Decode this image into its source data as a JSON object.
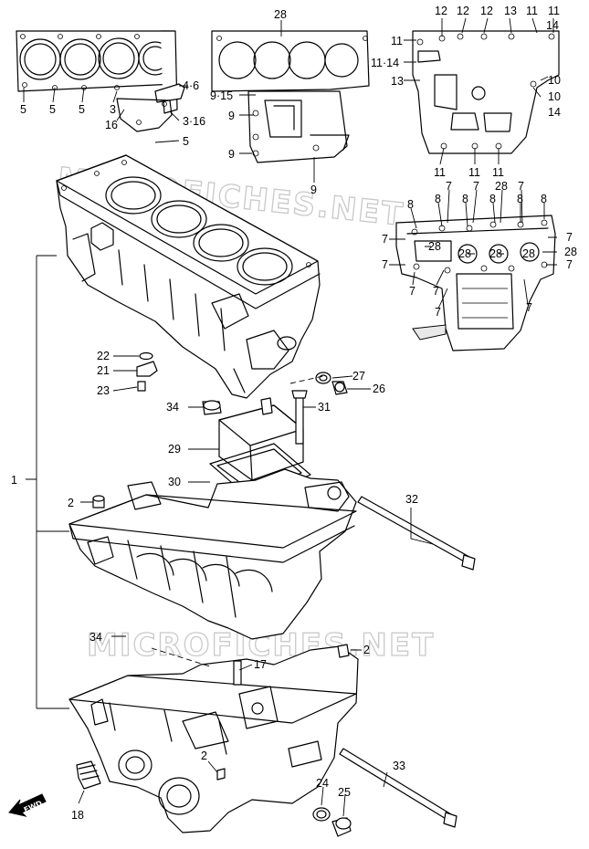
{
  "watermark": "MICROFICHES.NET",
  "fwd_label": "FWD",
  "callouts": {
    "c28_top": "28",
    "c12a": "12",
    "c12b": "12",
    "c12c": "12",
    "c13": "13",
    "c11a": "11",
    "c11b": "11",
    "c14a": "14",
    "c11c": "11",
    "c1114": "11·14",
    "c13b": "13",
    "c10a": "10",
    "c10b": "10",
    "c14b": "14",
    "c11d": "11",
    "c11e": "11",
    "c11f": "11",
    "c5a": "5",
    "c5b": "5",
    "c5c": "5",
    "c3": "3",
    "c16": "16",
    "c46": "4·6",
    "c316": "3·16",
    "c5d": "5",
    "c915": "9·15",
    "c9a": "9",
    "c9b": "9",
    "c9c": "9",
    "c7a": "7",
    "c7b": "7",
    "c28a": "28",
    "c7c": "7",
    "c8a": "8",
    "c8b": "8",
    "c8c": "8",
    "c8d": "8",
    "c8e": "8",
    "c8f": "8",
    "c7d": "7",
    "c7e": "7",
    "c28b": "28",
    "c28c": "28",
    "c28d": "28",
    "c28e": "28",
    "c28f": "28",
    "c7f": "7",
    "c7g": "7",
    "c7h": "7",
    "c7i": "7",
    "c7j": "7",
    "c7k": "7",
    "c22": "22",
    "c21": "21",
    "c23": "23",
    "c27": "27",
    "c26": "26",
    "c34a": "34",
    "c31": "31",
    "c29": "29",
    "c30": "30",
    "c1": "1",
    "c2a": "2",
    "c32": "32",
    "c34b": "34",
    "c2b": "2",
    "c17": "17",
    "c2c": "2",
    "c33": "33",
    "c24": "24",
    "c25": "25",
    "c18": "18"
  }
}
